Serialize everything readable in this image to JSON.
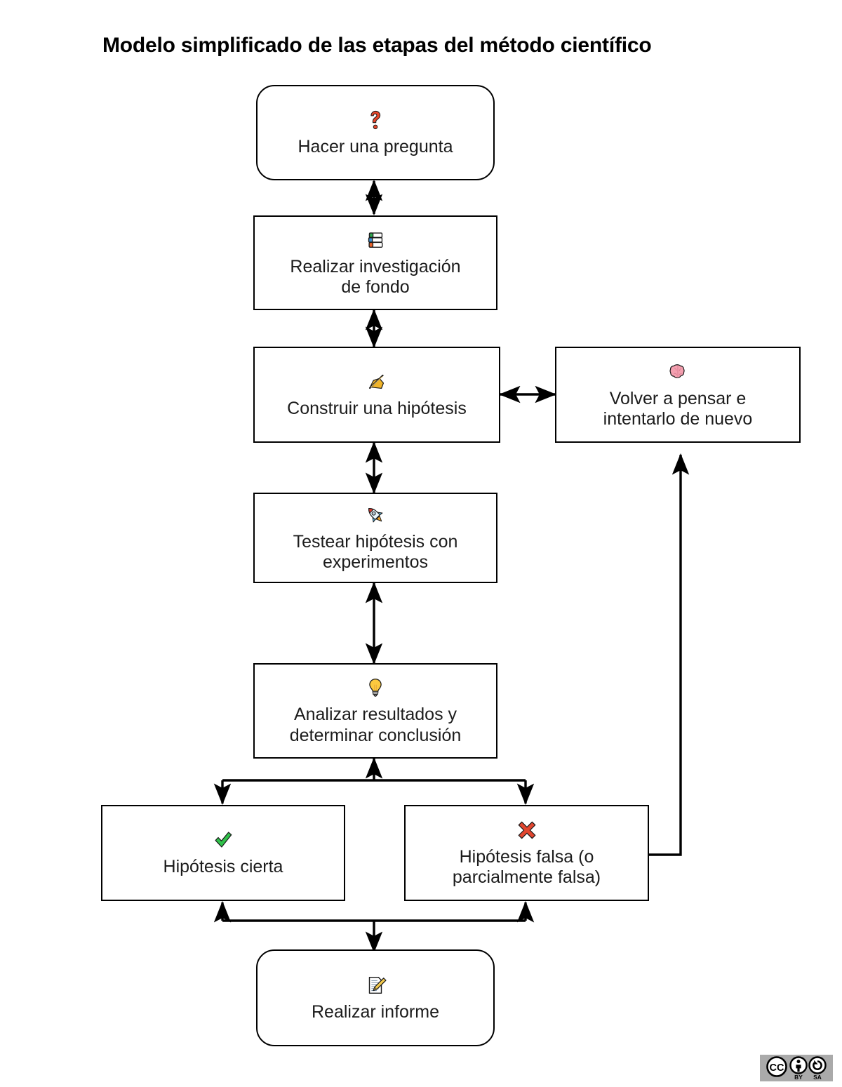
{
  "title": "Modelo simplificado de las etapas del método científico",
  "diagram": {
    "type": "flowchart",
    "language": "es",
    "nodes": [
      {
        "id": "ask",
        "label": "Hacer una pregunta",
        "icon": "question-mark-icon",
        "icon_glyph": "❓",
        "shape": "rounded-rect",
        "color": "#E8472B"
      },
      {
        "id": "research",
        "label": "Realizar investigación\nde fondo",
        "icon": "books-icon",
        "icon_glyph": "📚",
        "shape": "rect",
        "color": "#E8622B"
      },
      {
        "id": "hypothesis",
        "label": "Construir una hipótesis",
        "icon": "writing-hand-icon",
        "icon_glyph": "✍️",
        "shape": "rect",
        "color": "#F0B429"
      },
      {
        "id": "rethink",
        "label": "Volver a pensar e\nintentarlo de nuevo",
        "icon": "brain-icon",
        "icon_glyph": "🧠",
        "shape": "rect",
        "color": "#F4A0B0"
      },
      {
        "id": "test",
        "label": "Testear hipótesis con\nexperimentos",
        "icon": "rocket-icon",
        "icon_glyph": "🚀",
        "shape": "rect",
        "color": "#5AC8FA"
      },
      {
        "id": "analyze",
        "label": "Analizar resultados y\ndeterminar conclusión",
        "icon": "light-bulb-icon",
        "icon_glyph": "💡",
        "shape": "rect",
        "color": "#FCC93F"
      },
      {
        "id": "true",
        "label": "Hipótesis cierta",
        "icon": "check-mark-icon",
        "icon_glyph": "✔️",
        "shape": "rect",
        "color": "#2FC14A"
      },
      {
        "id": "false",
        "label": "Hipótesis falsa (o\nparcialmente falsa)",
        "icon": "cross-mark-icon",
        "icon_glyph": "❌",
        "shape": "rect",
        "color": "#E2462F"
      },
      {
        "id": "report",
        "label": "Realizar informe",
        "icon": "memo-icon",
        "icon_glyph": "📝",
        "shape": "rounded-rect",
        "color": "#EFB73E"
      }
    ],
    "edges": [
      {
        "from": "ask",
        "to": "research",
        "style": "double-arrow"
      },
      {
        "from": "research",
        "to": "hypothesis",
        "style": "double-arrow"
      },
      {
        "from": "hypothesis",
        "to": "rethink",
        "style": "double-arrow"
      },
      {
        "from": "hypothesis",
        "to": "test",
        "style": "double-arrow"
      },
      {
        "from": "test",
        "to": "analyze",
        "style": "double-arrow"
      },
      {
        "from": "analyze",
        "to": "true",
        "style": "arrow"
      },
      {
        "from": "analyze",
        "to": "false",
        "style": "arrow"
      },
      {
        "from": "true",
        "to": "report",
        "style": "arrow"
      },
      {
        "from": "false",
        "to": "report",
        "style": "arrow"
      },
      {
        "from": "false",
        "to": "rethink",
        "style": "arrow"
      }
    ]
  },
  "license": {
    "name": "cc-by-sa-badge",
    "cc_text": "CC",
    "by_text": "BY",
    "sa_text": "SA"
  },
  "colors": {
    "stroke": "#000000",
    "background": "#ffffff",
    "text": "#1c1c1c"
  }
}
